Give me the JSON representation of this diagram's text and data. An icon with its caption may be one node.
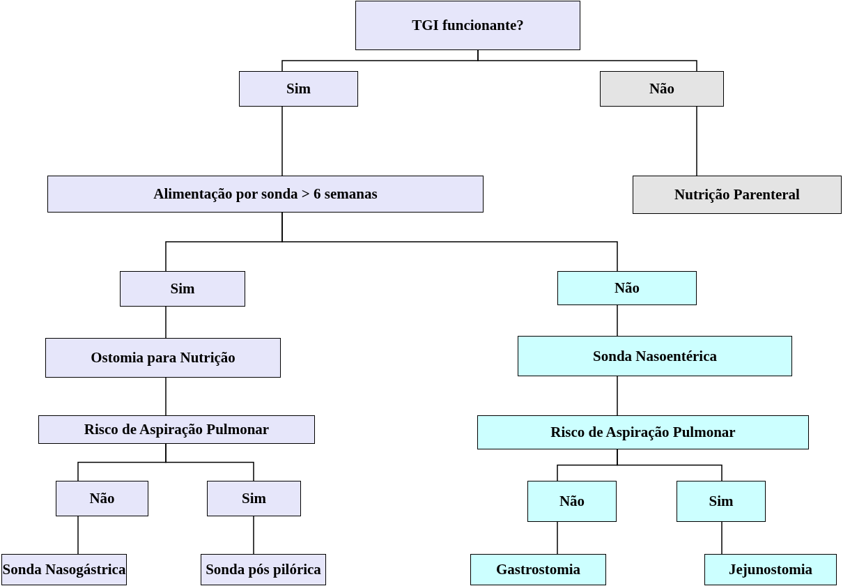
{
  "diagram": {
    "nodes": [
      {
        "text": [
          "TGI funcionante?"
        ]
      },
      {
        "text": [
          "Sim"
        ]
      },
      {
        "text": [
          "Não"
        ]
      },
      {
        "text": [
          "Alimentação por sonda > 6 semanas"
        ]
      },
      {
        "text": [
          "Nutrição Parenteral"
        ]
      },
      {
        "text": [
          "Sim"
        ]
      },
      {
        "text": [
          "Não"
        ]
      },
      {
        "text": [
          "Ostomia para Nutrição"
        ]
      },
      {
        "text": [
          "Sonda Nasoentérica"
        ]
      },
      {
        "text": [
          "Risco de Aspiração Pulmonar"
        ]
      },
      {
        "text": [
          "Risco de Aspiração Pulmonar"
        ]
      },
      {
        "text": [
          "Não"
        ]
      },
      {
        "text": [
          "Sim"
        ]
      },
      {
        "text": [
          "Não"
        ]
      },
      {
        "text": [
          "Sim"
        ]
      },
      {
        "text": [
          "Sonda Nasogástrica"
        ]
      },
      {
        "text": [
          "Sonda pós pilórica"
        ]
      },
      {
        "text": [
          "Gastrostomia"
        ]
      },
      {
        "text": [
          "Jejunostomia"
        ]
      }
    ],
    "edges": [
      {
        "from": 0,
        "to": 1,
        "arrow": "none"
      },
      {
        "from": 0,
        "to": 2,
        "arrow": "none"
      },
      {
        "from": 1,
        "to": 3,
        "arrow": "none"
      },
      {
        "from": 2,
        "to": 4,
        "arrow": "none"
      },
      {
        "from": 3,
        "to": 5,
        "arrow": "none"
      },
      {
        "from": 3,
        "to": 6,
        "arrow": "none"
      },
      {
        "from": 5,
        "to": 7,
        "arrow": "none"
      },
      {
        "from": 6,
        "to": 8,
        "arrow": "none"
      },
      {
        "from": 7,
        "to": 9,
        "arrow": "none"
      },
      {
        "from": 8,
        "to": 10,
        "arrow": "none"
      },
      {
        "from": 9,
        "to": 11,
        "arrow": "none"
      },
      {
        "from": 9,
        "to": 12,
        "arrow": "none"
      },
      {
        "from": 10,
        "to": 13,
        "arrow": "none"
      },
      {
        "from": 10,
        "to": 14,
        "arrow": "none"
      },
      {
        "from": 11,
        "to": 15,
        "arrow": "none"
      },
      {
        "from": 12,
        "to": 16,
        "arrow": "none"
      },
      {
        "from": 13,
        "to": 17,
        "arrow": "none"
      },
      {
        "from": 14,
        "to": 18,
        "arrow": "none"
      }
    ]
  }
}
